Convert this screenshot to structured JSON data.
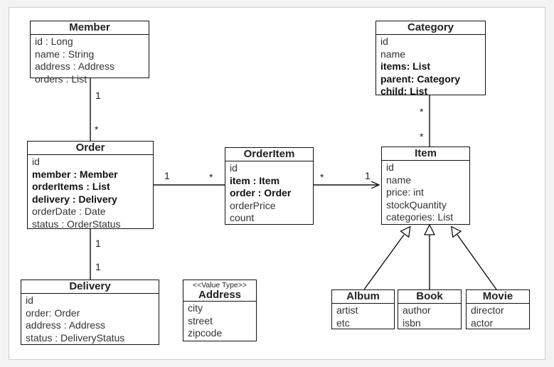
{
  "classes": {
    "member": {
      "name": "Member",
      "fields": [
        {
          "text": "id : Long",
          "bold": false
        },
        {
          "text": "name : String",
          "bold": false
        },
        {
          "text": "address : Address",
          "bold": false
        },
        {
          "text": "orders : List",
          "bold": false
        }
      ]
    },
    "order": {
      "name": "Order",
      "fields": [
        {
          "text": "id",
          "bold": false
        },
        {
          "text": "member : Member",
          "bold": true
        },
        {
          "text": "orderItems : List",
          "bold": true
        },
        {
          "text": "delivery : Delivery",
          "bold": true
        },
        {
          "text": "orderDate : Date",
          "bold": false
        },
        {
          "text": "status : OrderStatus",
          "bold": false
        }
      ]
    },
    "delivery": {
      "name": "Delivery",
      "fields": [
        {
          "text": "id",
          "bold": false
        },
        {
          "text": "order: Order",
          "bold": false
        },
        {
          "text": "address : Address",
          "bold": false
        },
        {
          "text": "status : DeliveryStatus",
          "bold": false
        }
      ]
    },
    "address": {
      "stereotype": "<<Value Type>>",
      "name": "Address",
      "fields": [
        {
          "text": "city",
          "bold": false
        },
        {
          "text": "street",
          "bold": false
        },
        {
          "text": "zipcode",
          "bold": false
        }
      ]
    },
    "orderitem": {
      "name": "OrderItem",
      "fields": [
        {
          "text": "id",
          "bold": false
        },
        {
          "text": "item : Item",
          "bold": true
        },
        {
          "text": "order : Order",
          "bold": true
        },
        {
          "text": "orderPrice",
          "bold": false
        },
        {
          "text": "count",
          "bold": false
        }
      ]
    },
    "category": {
      "name": "Category",
      "fields": [
        {
          "text": "id",
          "bold": false
        },
        {
          "text": "name",
          "bold": false
        },
        {
          "text": "items: List",
          "bold": true
        },
        {
          "text": "parent: Category",
          "bold": true
        },
        {
          "text": "child: List",
          "bold": true
        }
      ]
    },
    "item": {
      "name": "Item",
      "fields": [
        {
          "text": "id",
          "bold": false
        },
        {
          "text": "name",
          "bold": false
        },
        {
          "text": "price: int",
          "bold": false
        },
        {
          "text": "stockQuantity",
          "bold": false
        },
        {
          "text": "categories: List",
          "bold": false
        }
      ]
    },
    "album": {
      "name": "Album",
      "fields": [
        {
          "text": "artist",
          "bold": false
        },
        {
          "text": "etc",
          "bold": false
        }
      ]
    },
    "book": {
      "name": "Book",
      "fields": [
        {
          "text": "author",
          "bold": false
        },
        {
          "text": "isbn",
          "bold": false
        }
      ]
    },
    "movie": {
      "name": "Movie",
      "fields": [
        {
          "text": "director",
          "bold": false
        },
        {
          "text": "actor",
          "bold": false
        }
      ]
    }
  },
  "multiplicities": {
    "member_order_top": "1",
    "member_order_bottom": "*",
    "order_orderitem_left": "1",
    "order_orderitem_right": "*",
    "orderitem_item_left": "*",
    "orderitem_item_right": "1",
    "category_item_top": "*",
    "category_item_bottom": "*",
    "order_delivery_top": "1",
    "order_delivery_bottom": "1"
  }
}
